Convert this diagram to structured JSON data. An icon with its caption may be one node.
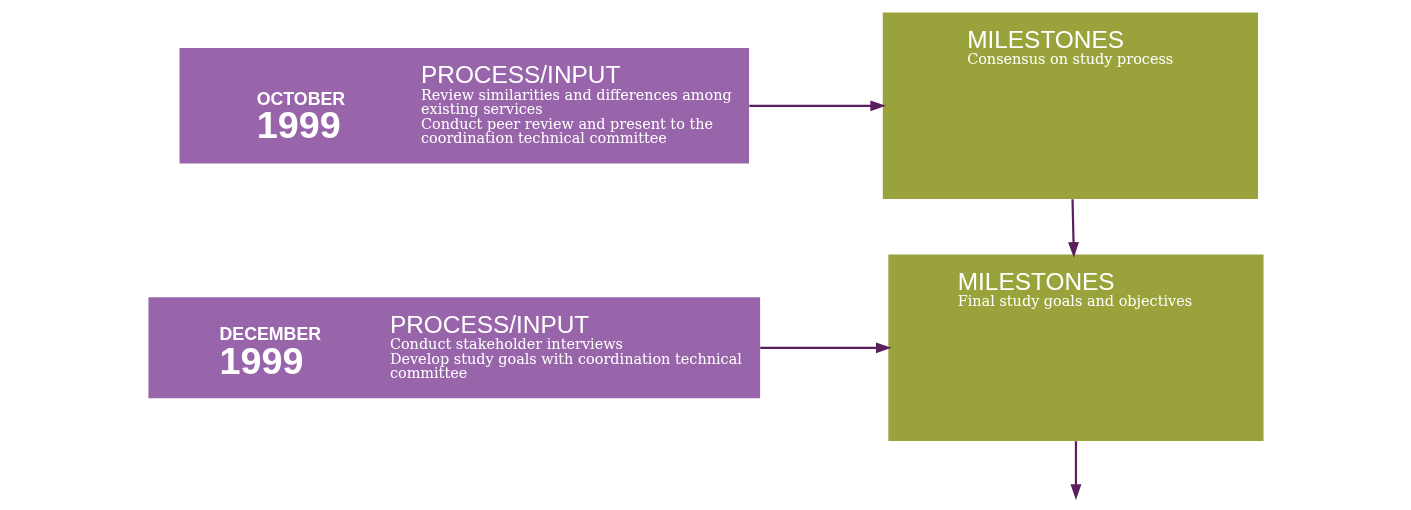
{
  "diagram": {
    "nodes": [
      {
        "text": [
          "OCTOBER",
          "1999",
          "PROCESS/INPUT",
          "Review similarities and differences among existing services",
          "Conduct peer review and present to the coordination technical committee"
        ]
      },
      {
        "text": [
          "MILESTONES",
          "Consensus on study process"
        ]
      },
      {
        "text": [
          "DECEMBER",
          "1999",
          "PROCESS/INPUT",
          "Conduct stakeholder interviews",
          "Develop study goals with coordination technical committee"
        ]
      },
      {
        "text": [
          "MILESTONES",
          "Final study goals and objectives"
        ]
      }
    ],
    "edges": [
      {
        "from": 0,
        "to": 1,
        "arrow": "to"
      },
      {
        "from": 1,
        "to": 3,
        "arrow": "to"
      },
      {
        "from": 2,
        "to": 3,
        "arrow": "to"
      },
      {
        "from": 3,
        "to": null,
        "arrow": "to"
      }
    ]
  }
}
